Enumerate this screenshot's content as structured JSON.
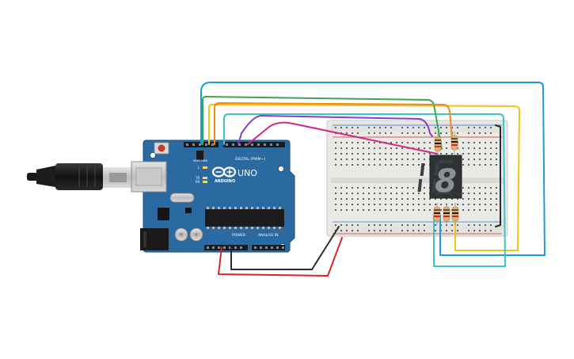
{
  "arduino": {
    "brand": "ARDUINO",
    "model": "UNO",
    "digital_label": "DIGITAL (PWM~)",
    "power_label": "POWER",
    "analog_label": "ANALOG IN",
    "aref_label": "AREF",
    "gnd_label": "GND",
    "led_l": "L",
    "led_tx": "TX",
    "led_rx": "RX"
  },
  "display": {
    "digit": "8"
  },
  "colors": {
    "board": "#2a6aa0",
    "breadboard": "#e9e9e6",
    "display_body": "#2f3336",
    "segment_off": "#3b4044",
    "wire_blue": "#1e9bd0",
    "wire_yellow": "#f0c419",
    "wire_cyan": "#3cc3c9",
    "wire_green": "#3aa84a",
    "wire_orange": "#f08a16",
    "wire_purple": "#8a3ec4",
    "wire_magenta": "#cc2a8a",
    "wire_red": "#d62728",
    "wire_black": "#2b2b2b"
  },
  "components": [
    "usb-cable",
    "arduino-uno",
    "breadboard",
    "seven-segment-display",
    "resistors"
  ]
}
